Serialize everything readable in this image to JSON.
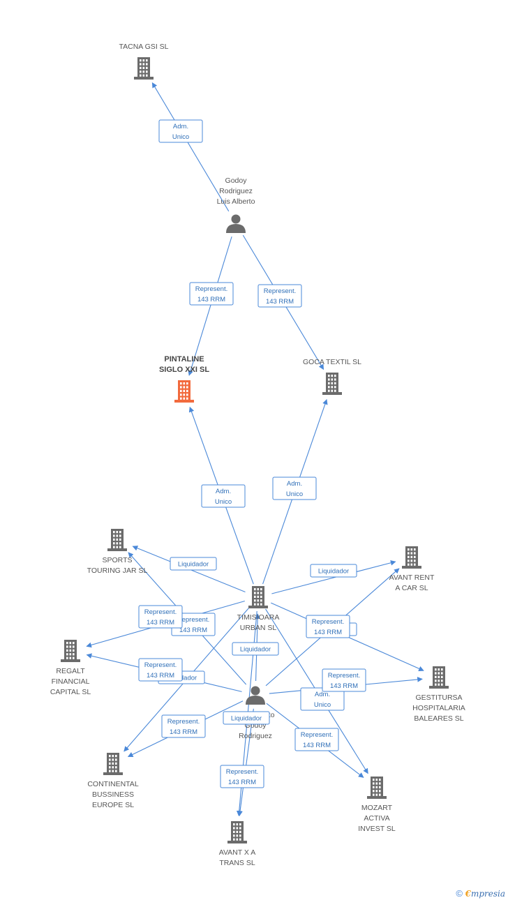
{
  "nodes": [
    {
      "id": "tacna",
      "type": "company",
      "lines": [
        "TACNA GSI SL"
      ]
    },
    {
      "id": "godoy1",
      "type": "person",
      "lines": [
        "Godoy",
        "Rodriguez",
        "Luis Alberto"
      ]
    },
    {
      "id": "pintaline",
      "type": "company",
      "focus": true,
      "lines": [
        "PINTALINE",
        "SIGLO XXI SL"
      ]
    },
    {
      "id": "goca",
      "type": "company",
      "lines": [
        "GOCA TEXTIL SL"
      ]
    },
    {
      "id": "sports",
      "type": "company",
      "lines": [
        "SPORTS",
        "TOURING JAR SL"
      ]
    },
    {
      "id": "avantrent",
      "type": "company",
      "lines": [
        "AVANT RENT",
        "A CAR SL"
      ]
    },
    {
      "id": "timisioara",
      "type": "company",
      "lines": [
        "TIMISIOARA",
        "URBAN SL"
      ]
    },
    {
      "id": "regalt",
      "type": "company",
      "lines": [
        "REGALT",
        "FINANCIAL",
        "CAPITAL SL"
      ]
    },
    {
      "id": "gestitursa",
      "type": "company",
      "lines": [
        "GESTITURSA",
        "HOSPITALARIA",
        "BALEARES SL"
      ]
    },
    {
      "id": "godoy2",
      "type": "person",
      "lines": [
        "Luis Alberto",
        "Godoy",
        "Rodriguez"
      ]
    },
    {
      "id": "continental",
      "type": "company",
      "lines": [
        "CONTINENTAL",
        "BUSSINESS",
        "EUROPE SL"
      ]
    },
    {
      "id": "mozart",
      "type": "company",
      "lines": [
        "MOZART",
        "ACTIVA",
        "INVEST SL"
      ]
    },
    {
      "id": "avantx",
      "type": "company",
      "lines": [
        "AVANT X A",
        "TRANS SL"
      ]
    }
  ],
  "edges": [
    {
      "from": "godoy1",
      "to": "tacna",
      "label": [
        "Adm.",
        "Unico"
      ]
    },
    {
      "from": "godoy1",
      "to": "pintaline",
      "label": [
        "Represent.",
        "143 RRM"
      ]
    },
    {
      "from": "godoy1",
      "to": "goca",
      "label": [
        "Represent.",
        "143 RRM"
      ]
    },
    {
      "from": "timisioara",
      "to": "pintaline",
      "label": [
        "Adm.",
        "Unico"
      ]
    },
    {
      "from": "timisioara",
      "to": "goca",
      "label": [
        "Adm.",
        "Unico"
      ]
    },
    {
      "from": "timisioara",
      "to": "sports",
      "label": [
        "Liquidador"
      ]
    },
    {
      "from": "timisioara",
      "to": "avantrent",
      "label": [
        "Liquidador"
      ]
    },
    {
      "from": "timisioara",
      "to": "regalt",
      "label": [
        "Liquidador"
      ]
    },
    {
      "from": "timisioara",
      "to": "gestitursa",
      "label": [
        "Liquidador"
      ]
    },
    {
      "from": "timisioara",
      "to": "continental",
      "label": [
        "Represent.",
        "143 RRM"
      ]
    },
    {
      "from": "timisioara",
      "to": "avantx",
      "label": [
        "Liquidador"
      ]
    },
    {
      "from": "timisioara",
      "to": "mozart",
      "label": [
        "Adm.",
        "Unico"
      ]
    },
    {
      "from": "godoy2",
      "to": "sports",
      "label": [
        "Represent.",
        "143 RRM"
      ]
    },
    {
      "from": "godoy2",
      "to": "regalt",
      "label": [
        "Represent.",
        "143 RRM"
      ]
    },
    {
      "from": "godoy2",
      "to": "avantrent",
      "label": [
        "Represent.",
        "143 RRM"
      ]
    },
    {
      "from": "godoy2",
      "to": "gestitursa",
      "label": [
        "Represent.",
        "143 RRM"
      ]
    },
    {
      "from": "godoy2",
      "to": "continental",
      "label": [
        "Represent.",
        "143 RRM"
      ]
    },
    {
      "from": "godoy2",
      "to": "mozart",
      "label": [
        "Represent.",
        "143 RRM"
      ]
    },
    {
      "from": "godoy2",
      "to": "avantx",
      "label": [
        "Represent.",
        "143 RRM"
      ]
    },
    {
      "from": "godoy2",
      "to": "timisioara",
      "label": [
        "Liquidador"
      ]
    }
  ],
  "colors": {
    "edge": "#4a88d8",
    "company": "#6b6b6b",
    "focus": "#f26a3d",
    "person": "#6b6b6b"
  },
  "footer": {
    "copyright": "©",
    "brand_initial": "€",
    "brand_rest": "mpresia"
  }
}
